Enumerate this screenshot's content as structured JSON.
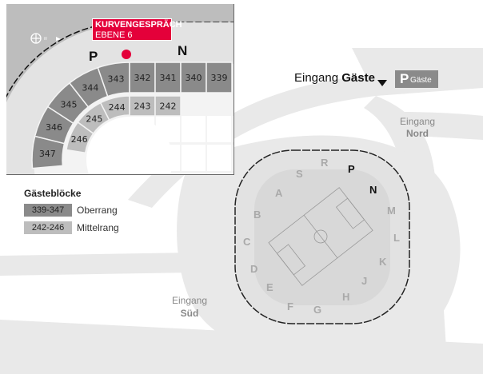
{
  "inset": {
    "callout_title": "KURVENGESPRÄCH",
    "callout_subtitle": "EBENE 6",
    "label_p": "P",
    "label_n": "N",
    "compass_letter": "N",
    "oberrang": [
      "343",
      "344",
      "345",
      "346",
      "347"
    ],
    "oberrang_straight": [
      "342",
      "341",
      "340",
      "339"
    ],
    "mittelrang": [
      "244",
      "245",
      "246"
    ],
    "mittelrang_straight": [
      "243",
      "242"
    ]
  },
  "legend": {
    "title": "Gästeblöcke",
    "items": [
      {
        "range": "339-347",
        "label": "Oberrang",
        "color": "#8a8a8a"
      },
      {
        "range": "242-246",
        "label": "Mittelrang",
        "color": "#bdbdbd"
      }
    ]
  },
  "entrances": {
    "gaeste_prefix": "Eingang",
    "gaeste_name": "Gäste",
    "parking_letter": "P",
    "parking_name": "Gäste",
    "nord_prefix": "Eingang",
    "nord_name": "Nord",
    "sued_prefix": "Eingang",
    "sued_name": "Süd"
  },
  "stadium_blocks": [
    "R",
    "S",
    "P",
    "N",
    "A",
    "M",
    "B",
    "L",
    "C",
    "K",
    "D",
    "J",
    "E",
    "H",
    "F",
    "G"
  ],
  "colors": {
    "accent": "#e4003a",
    "oberrang": "#8a8a8a",
    "mittelrang": "#bdbdbd"
  }
}
